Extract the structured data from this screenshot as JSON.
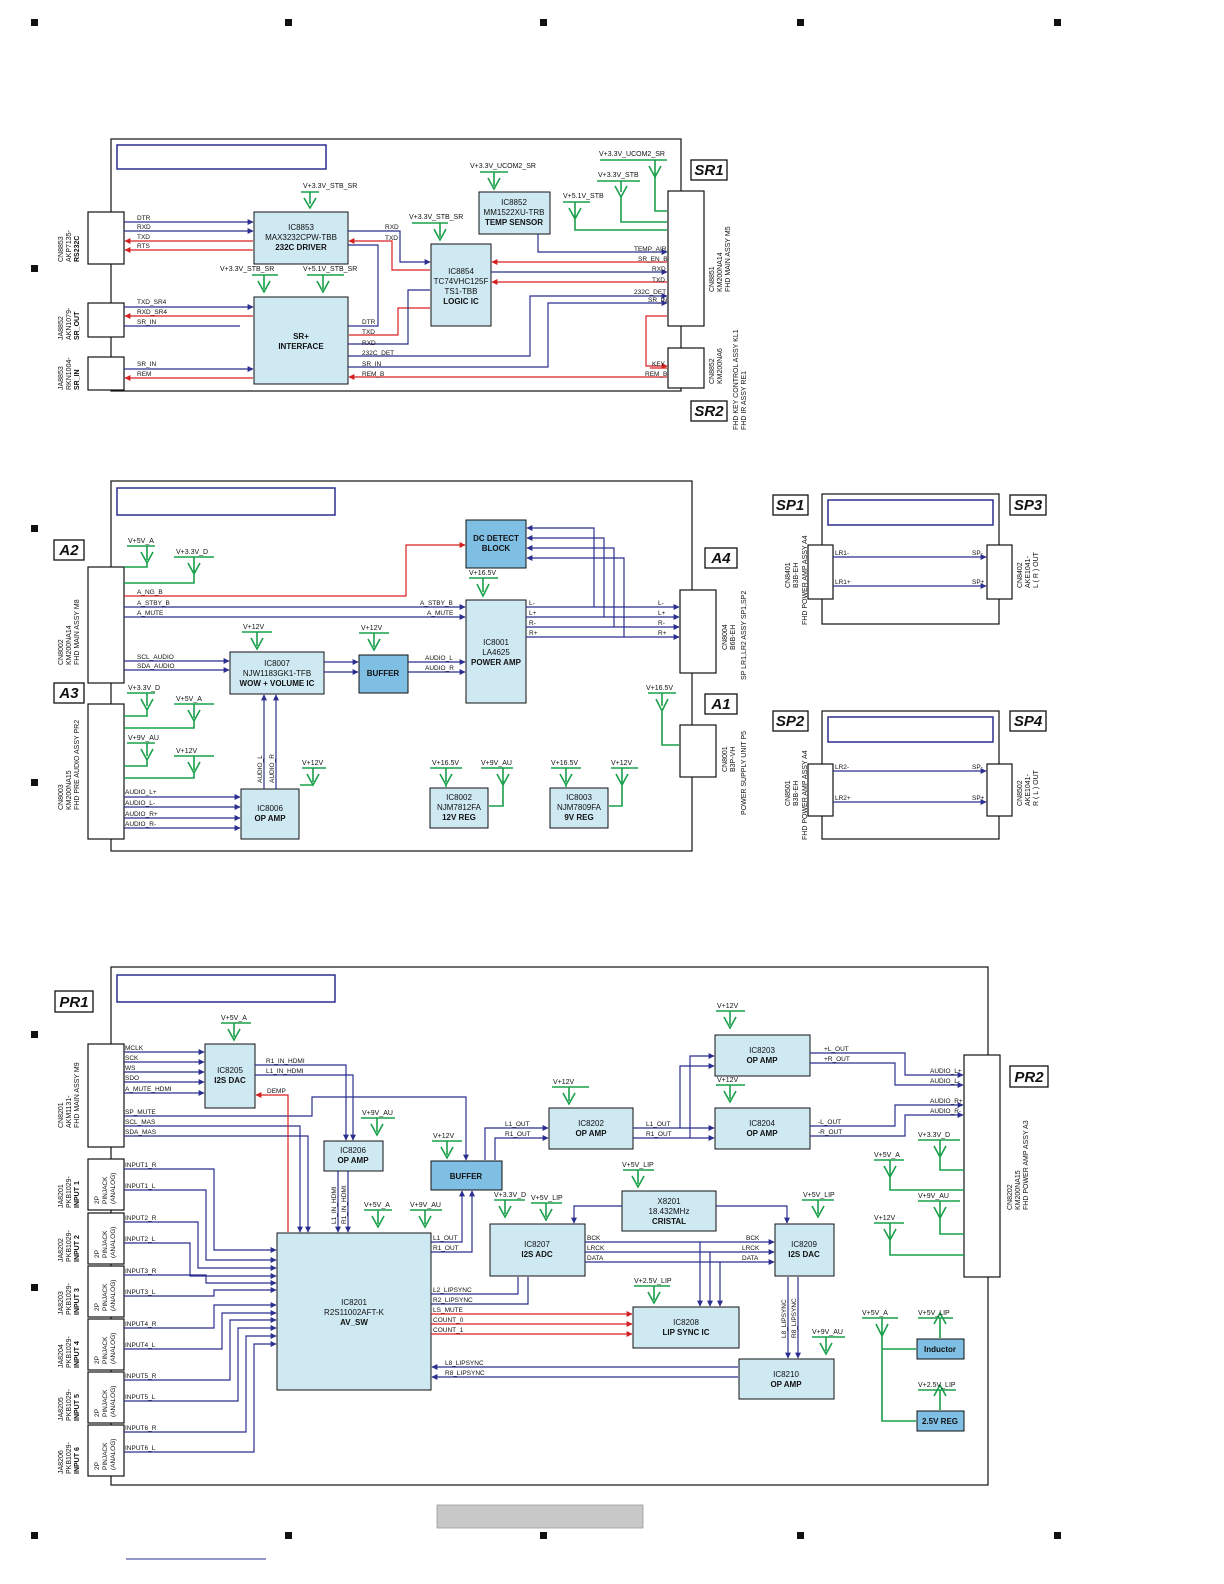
{
  "diagram": {
    "tags": {
      "sr1": "SR1",
      "sr2": "SR2",
      "a1": "A1",
      "a2": "A2",
      "a3": "A3",
      "a4": "A4",
      "sp1": "SP1",
      "sp2": "SP2",
      "sp3": "SP3",
      "sp4": "SP4",
      "pr1": "PR1",
      "pr2": "PR2"
    },
    "sr": {
      "cn8853": [
        "CN8853",
        "AKP7135-",
        "RS232C"
      ],
      "ja8852": [
        "JA8852",
        "AKN1079-",
        "SR_OUT"
      ],
      "ja8853": [
        "JA8853",
        "RKN1004-",
        "SR_IN"
      ],
      "cn8851": [
        "CN8851",
        "KM200NA14",
        "FHD MAIN ASSY M5"
      ],
      "cn8852": [
        "CN8852",
        "KM200NA6",
        "FHD KEY CONTROL ASSY KL1",
        "FHD IR ASSY RE1"
      ],
      "ic8853": [
        "IC8853",
        "MAX3232CPW-TBB",
        "232C DRIVER"
      ],
      "ic8852": [
        "IC8852",
        "MM1522XU-TRB",
        "TEMP SENSOR"
      ],
      "ic8854": [
        "IC8854",
        "TC74VHC125F",
        "TS1-TBB",
        "LOGIC IC"
      ],
      "srplus": [
        "SR+",
        "INTERFACE"
      ],
      "v_stb_sr": "V+3.3V_STB_SR",
      "v_ucom2_sr": "V+3.3V_UCOM2_SR",
      "v_stb_sr2": "V+3.3V_STB_SR",
      "v_ucom2_sr2": "V+3.3V_UCOM2_SR",
      "v_3v3_stb": "V+3.3V_STB",
      "v_5v1_stb": "V+5.1V_STB",
      "v_3v3_stb_sr3": "V+3.3V_STB_SR",
      "v_5v1_stb_sr": "V+5.1V_STB_SR",
      "sig": {
        "dtr": "DTR",
        "rxd": "RXD",
        "txd": "TXD",
        "rts": "RTS",
        "txd_sr4": "TXD_SR4",
        "rxd_sr4": "RXD_SR4",
        "sr_in": "SR_IN",
        "rem": "REM",
        "rxd2": "RXD",
        "txd2": "TXD",
        "dtr2": "DTR",
        "txd3": "TXD",
        "rxd3": "RXD",
        "c232_det": "232C_DET",
        "sr_in2": "SR_IN",
        "rem_b": "REM_B",
        "temp_air": "TEMP_AIR",
        "sr_en_b": "SR_EN_B",
        "rxd4": "RXD",
        "txd4": "TXD",
        "c232_det2": "232C_DET",
        "sr_in3": "SR_IN",
        "key": "KEY",
        "rem_b2": "REM_B"
      }
    },
    "amp": {
      "cn8002": [
        "CN8002",
        "KM200NA14",
        "FHD MAIN ASSY M8"
      ],
      "cn8003": [
        "CN8003",
        "KM200NA15",
        "FHD PRE AUDIO ASSY PR2"
      ],
      "cn8004": [
        "CN8004",
        "B6B-EH",
        "SP LR1,LR2 ASSY SP1,SP2"
      ],
      "cn8001": [
        "CN8001",
        "B3P-VH",
        "POWER SUPPLY UNIT P5"
      ],
      "dc_detect": [
        "DC DETECT",
        "BLOCK"
      ],
      "ic8001": [
        "IC8001",
        "LA4625",
        "POWER AMP"
      ],
      "ic8007": [
        "IC8007",
        "NJW1183GK1-TFB",
        "WOW + VOLUME IC"
      ],
      "buffer": "BUFFER",
      "ic8006": [
        "IC8006",
        "OP AMP"
      ],
      "ic8002": [
        "IC8002",
        "NJM7812FA",
        "12V REG"
      ],
      "ic8003": [
        "IC8003",
        "NJM7809FA",
        "9V REG"
      ],
      "v": {
        "v5a": "V+5V_A",
        "v33d": "V+3.3V_D",
        "v165": "V+16.5V",
        "v12a": "V+12V",
        "v12b": "V+12V",
        "v33d2": "V+3.3V_D",
        "v5a2": "V+5V_A",
        "v9au": "V+9V_AU",
        "v12c": "V+12V",
        "v12d": "V+12V",
        "v165b": "V+16.5V",
        "v165c": "V+16.5V",
        "v9au2": "V+9V_AU",
        "v165d": "V+16.5V",
        "v12e": "V+12V"
      },
      "sig": {
        "a_ng_b": "A_NG_B",
        "a_stby_b": "A_STBY_B",
        "a_mute": "A_MUTE",
        "a_stby_b2": "A_STBY_B",
        "a_mute2": "A_MUTE",
        "scl_audio": "SCL_AUDIO",
        "sda_audio": "SDA_AUDIO",
        "audio_l": "AUDIO_L",
        "audio_r": "AUDIO_R",
        "audio_l2": "AUDIO_L",
        "audio_r2": "AUDIO_R",
        "audio_lp": "AUDIO_L+",
        "audio_lm": "AUDIO_L-",
        "audio_rp": "AUDIO_R+",
        "audio_rm": "AUDIO_R-",
        "lm": "L-",
        "lp": "L+",
        "rm": "R-",
        "rp": "R+",
        "lm2": "L-",
        "lp2": "L+",
        "rm2": "R-",
        "rp2": "R+"
      }
    },
    "sp": {
      "cn8401": [
        "CN8401",
        "B3B-EH",
        "FHD POWER AMP ASSY A4"
      ],
      "cn8402": [
        "CN8402",
        "AKE1041-",
        "L ( R ) OUT"
      ],
      "cn8501": [
        "CN8501",
        "B3B-EH",
        "FHD POWER AMP ASSY A4"
      ],
      "cn8502": [
        "CN8502",
        "AKE1041-",
        "R ( L ) OUT"
      ],
      "lr1m": "LR1-",
      "lr1p": "LR1+",
      "spm": "SP-",
      "spp": "SP+",
      "lr2m": "LR2-",
      "lr2p": "LR2+",
      "spm2": "SP-",
      "spp2": "SP+"
    },
    "pre": {
      "cn8201": [
        "CN8201",
        "AKM1131-",
        "FHD MAIN ASSY M9"
      ],
      "cn8202": [
        "CN8202",
        "KM200NA15",
        "FHD POWER AMP ASSY A3"
      ],
      "ja": [
        [
          "JA8201",
          "PKB1029-",
          "INPUT 1"
        ],
        [
          "JA8202",
          "PKB1029-",
          "INPUT 2"
        ],
        [
          "JA8203",
          "PKB1029-",
          "INPUT 3"
        ],
        [
          "JA8204",
          "PKB1029-",
          "INPUT 4"
        ],
        [
          "JA8205",
          "PKB1029-",
          "INPUT 5"
        ],
        [
          "JA8206",
          "PKB1029-",
          "INPUT 6"
        ]
      ],
      "pinjack": [
        "2P",
        "PINJACK",
        "(ANALOG)"
      ],
      "ic8205": [
        "IC8205",
        "I2S DAC"
      ],
      "ic8206": [
        "IC8206",
        "OP AMP"
      ],
      "ic8201": [
        "IC8201",
        "R2S11002AFT-K",
        "AV_SW"
      ],
      "buffer": "BUFFER",
      "ic8202": [
        "IC8202",
        "OP AMP"
      ],
      "ic8203": [
        "IC8203",
        "OP AMP"
      ],
      "ic8204": [
        "IC8204",
        "OP AMP"
      ],
      "ic8207": [
        "IC8207",
        "I2S ADC"
      ],
      "x8201": [
        "X8201",
        "18.432MHz",
        "CRISTAL"
      ],
      "ic8209": [
        "IC8209",
        "I2S DAC"
      ],
      "ic8208": [
        "IC8208",
        "LIP SYNC IC"
      ],
      "ic8210": [
        "IC8210",
        "OP AMP"
      ],
      "inductor": "Inductor",
      "reg25": "2.5V  REG",
      "v": {
        "v5a": "V+5V_A",
        "v9au": "V+9V_AU",
        "v12a": "V+12V",
        "v12b": "V+12V",
        "v12c": "V+12V",
        "v12d": "V+12V",
        "v33d": "V+3.3V_D",
        "v5lip": "V+5V_LIP",
        "v5lip2": "V+5V_LIP",
        "v5lip3": "V+5V_LIP",
        "v5lip4": "V+5V_LIP",
        "v25lip": "V+2.5V_LIP",
        "v9au2": "V+9V_AU",
        "v9au3": "V+9V_AU",
        "v33d2": "V+3.3V_D",
        "v5a2": "V+5V_A",
        "v12e": "V+12V",
        "v5a3": "V+5V_A",
        "v25lip2": "V+2.5V_LIP"
      },
      "sig": {
        "mclk": "MCLK",
        "sck": "SCK",
        "ws": "WS",
        "sdo": "SDO",
        "a_mute_hdmi": "A_MUTE_HDMI",
        "sp_mute": "SP_MUTE",
        "scl_mas": "SCL_MAS",
        "sda_mas": "SDA_MAS",
        "r1_in_hdmi": "R1_IN_HDMI",
        "l1_in_hdmi": "L1_IN_HDMI",
        "demp": "DEMP",
        "l1_in_hdmi_v": "L1_IN_HDMI",
        "r1_in_hdmi_v": "R1_IN_HDMI",
        "in": [
          "INPUT1_R",
          "INPUT1_L",
          "INPUT2_R",
          "INPUT2_L",
          "INPUT3_R",
          "INPUT3_L",
          "INPUT4_R",
          "INPUT4_L",
          "INPUT5_R",
          "INPUT5_L",
          "INPUT6_R",
          "INPUT6_L"
        ],
        "l1_out": "L1_OUT",
        "r1_out": "R1_OUT",
        "l1_out2": "L1_OUT",
        "r1_out2": "R1_OUT",
        "l1_out3": "L1_OUT",
        "r1_out3": "R1_OUT",
        "pl_out": "+L_OUT",
        "pr_out": "+R_OUT",
        "ml_out": "-L_OUT",
        "mr_out": "-R_OUT",
        "audio_lp": "AUDIO_L+",
        "audio_lm": "AUDIO_L-",
        "audio_rp": "AUDIO_R+",
        "audio_rm": "AUDIO_R-",
        "l2_lipsync": "L2_LIPSYNC",
        "r2_lipsync": "R2_LIPSYNC",
        "ls_mute": "LS_MUTE",
        "count_0": "COUNT_0",
        "count_1": "COUNT_1",
        "l8_lipsync": "L8_LIPSYNC",
        "r8_lipsync": "R8_LIPSYNC",
        "bck": "BCK",
        "lrck": "LRCK",
        "data": "DATA",
        "bck2": "BCK",
        "lrck2": "LRCK",
        "data2": "DATA",
        "l8_lipsync_v": "L8_LIPSYNC",
        "r8_lipsync_v": "R8_LIPSYNC"
      }
    }
  }
}
